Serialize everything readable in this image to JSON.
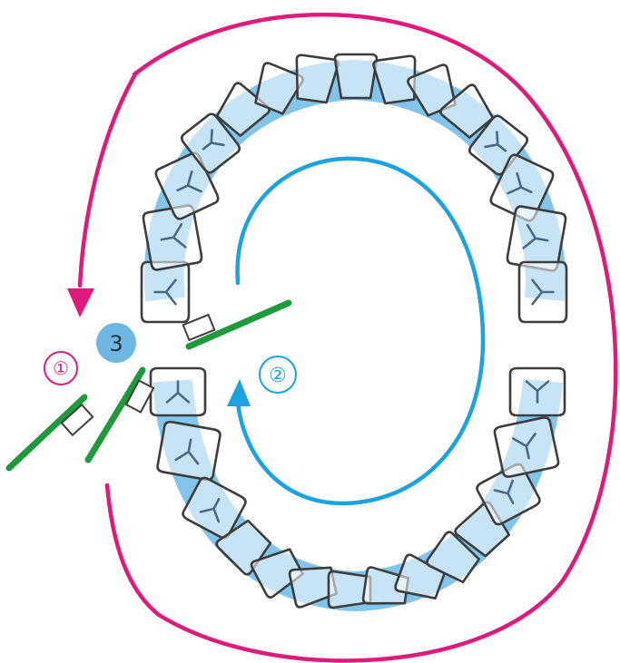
{
  "diagram": {
    "steps": [
      {
        "label": "①",
        "kind": "outer-arc",
        "color": "#e0197d"
      },
      {
        "label": "②",
        "kind": "inner-arc",
        "color": "#1aa3df"
      },
      {
        "label": "3",
        "kind": "badge",
        "color": "#6fb6e3"
      }
    ],
    "colors": {
      "brush": "#1e9a3c",
      "band": "#7cc1ea",
      "tooth_outline": "#3d3d3d"
    }
  }
}
